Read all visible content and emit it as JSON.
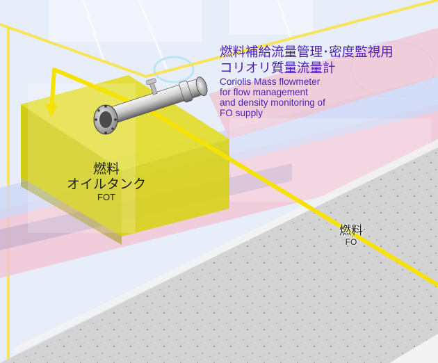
{
  "colors": {
    "background": "#e9eefb",
    "deck_pink": "#f3c9d6",
    "tank_yellow": "#d4d10f",
    "fuel_line": "#f6e200",
    "concrete": "#cfcfcf",
    "callout_text": "#4a1fb5"
  },
  "flowmeter": {
    "title_line1": "燃料補給流量管理･密度監視用",
    "title_line2": "コリオリ質量流量計",
    "description": [
      "Coriolis Mass flowmeter",
      "for flow management",
      "and density monitoring of",
      "FO supply"
    ]
  },
  "tank": {
    "label_line1": "燃料",
    "label_line2": "オイルタンク",
    "abbr": "FOT"
  },
  "fuel_line": {
    "label": "燃料",
    "abbr": "FO"
  }
}
